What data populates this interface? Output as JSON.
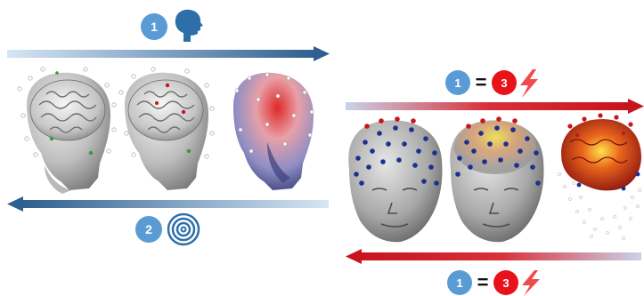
{
  "colors": {
    "blue_dark": "#2e5f8f",
    "blue_light": "#cfe2f3",
    "badge_blue": "#5b9bd5",
    "badge_red": "#e8121b",
    "red_dark": "#c8141c",
    "bolt_red": "#f04a4a",
    "electrode_blue": "#1c2f8f",
    "electrode_red": "#c8141c"
  },
  "top_left": {
    "badge": "1",
    "icon": "head-profile-icon"
  },
  "bottom_left": {
    "badge": "2",
    "icon": "concentric-circles-icon"
  },
  "top_right": {
    "badge_left": "1",
    "equals": "=",
    "badge_right": "3",
    "icon": "lightning-bolt-icon"
  },
  "bottom_right": {
    "badge_left": "1",
    "equals": "=",
    "badge_right": "3",
    "icon": "lightning-bolt-icon"
  }
}
